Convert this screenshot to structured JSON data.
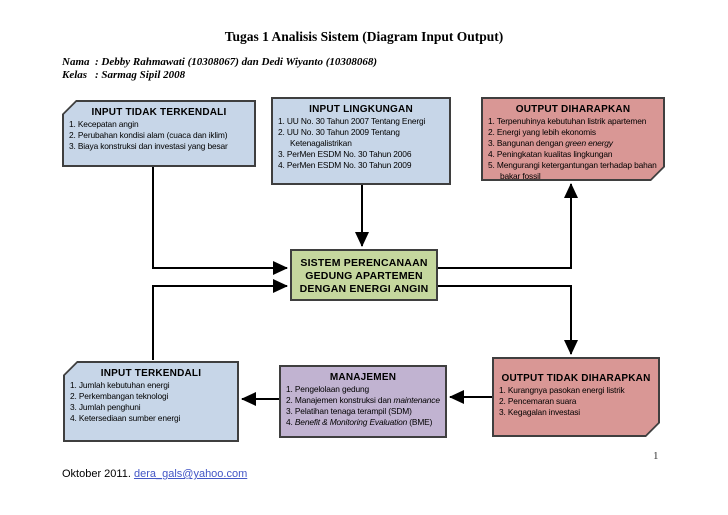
{
  "title": "Tugas 1 Analisis Sistem (Diagram Input Output)",
  "header": {
    "nama_label": "Nama",
    "nama_value": ": Debby Rahmawati (10308067) dan Dedi Wiyanto (10308068)",
    "kelas_label": "Kelas",
    "kelas_value": ": Sarmag Sipil 2008"
  },
  "boxes": {
    "input_tidak_terkendali": {
      "title": "INPUT TIDAK TERKENDALI",
      "items": [
        "Kecepatan angin",
        "Perubahan kondisi alam (cuaca dan iklim)",
        "Biaya konstruksi dan investasi yang besar"
      ]
    },
    "input_lingkungan": {
      "title": "INPUT LINGKUNGAN",
      "items": [
        "UU No. 30 Tahun 2007 Tentang Energi",
        "UU No. 30 Tahun 2009 Tentang Ketenagalistrikan",
        "PerMen ESDM No. 30 Tahun 2006",
        "PerMen ESDM No. 30 Tahun 2009"
      ]
    },
    "output_diharapkan": {
      "title": "OUTPUT DIHARAPKAN",
      "items": [
        "Terpenuhinya kebutuhan listrik apartemen",
        "Energi yang lebih ekonomis",
        {
          "pre": "Bangunan dengan ",
          "italic": "green energy"
        },
        "Peningkatan kualitas lingkungan",
        "Mengurangi ketergantungan terhadap bahan bakar fossil"
      ]
    },
    "sistem_perencanaan": {
      "lines": [
        "SISTEM PERENCANAAN",
        "GEDUNG APARTEMEN",
        "DENGAN ENERGI ANGIN"
      ]
    },
    "input_terkendali": {
      "title": "INPUT TERKENDALI",
      "items": [
        "Jumlah kebutuhan energi",
        "Perkembangan teknologi",
        "Jumlah penghuni",
        "Ketersediaan sumber energi"
      ]
    },
    "manajemen": {
      "title": "MANAJEMEN",
      "items": [
        "Pengelolaan gedung",
        {
          "pre": "Manajemen konstruksi dan ",
          "italic": "maintenance"
        },
        "Pelatihan tenaga terampil (SDM)",
        {
          "italic": "Benefit & Monitoring Evaluation",
          "post": " (BME)"
        }
      ]
    },
    "output_tidak_diharapkan": {
      "title": "OUTPUT TIDAK DIHARAPKAN",
      "items": [
        "Kurangnya pasokan energi listrik",
        "Pencemaran suara",
        "Kegagalan investasi"
      ]
    }
  },
  "footer": {
    "date_text": "Oktober 2011.",
    "email_link": "dera_gals@yahoo.com",
    "page_number": "1"
  },
  "colors": {
    "input_fill": "#c7d6e8",
    "output_fill": "#d99795",
    "system_fill": "#c5d79e",
    "management_fill": "#c1b3d1",
    "box_border": "#3f3f3f",
    "arrow": "#000000",
    "link": "#4356c6"
  }
}
